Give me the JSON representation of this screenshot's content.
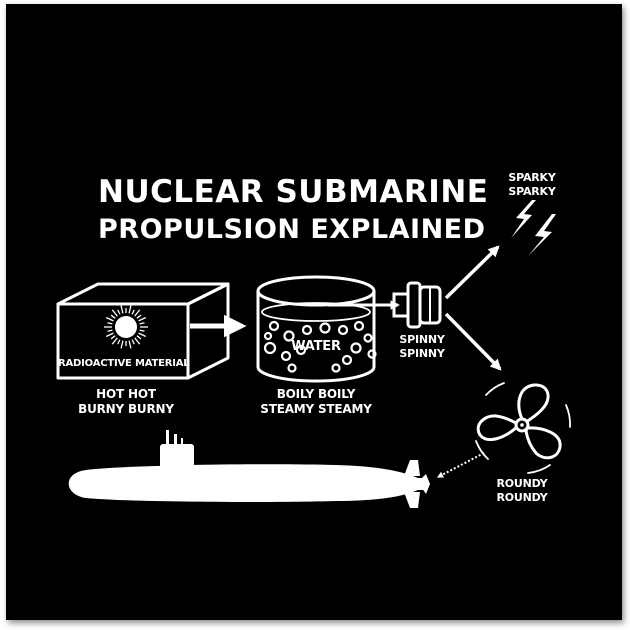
{
  "title": {
    "line1": "NUCLEAR SUBMARINE",
    "line2": "PROPULSION EXPLAINED"
  },
  "labels": {
    "box_inner": "RADIOACTIVE MATERIAL",
    "box_caption_1": "HOT HOT",
    "box_caption_2": "BURNY BURNY",
    "tank_inner": "WATER",
    "tank_caption_1": "BOILY BOILY",
    "tank_caption_2": "STEAMY STEAMY",
    "turbine_1": "SPINNY",
    "turbine_2": "SPINNY",
    "electric_1": "SPARKY",
    "electric_2": "SPARKY",
    "propeller_1": "ROUNDY",
    "propeller_2": "ROUNDY"
  },
  "colors": {
    "background": "#000000",
    "ink": "#ffffff"
  },
  "icons": [
    "atom-icon",
    "lightning-icon",
    "propeller-icon",
    "turbine-icon",
    "submarine-icon"
  ]
}
